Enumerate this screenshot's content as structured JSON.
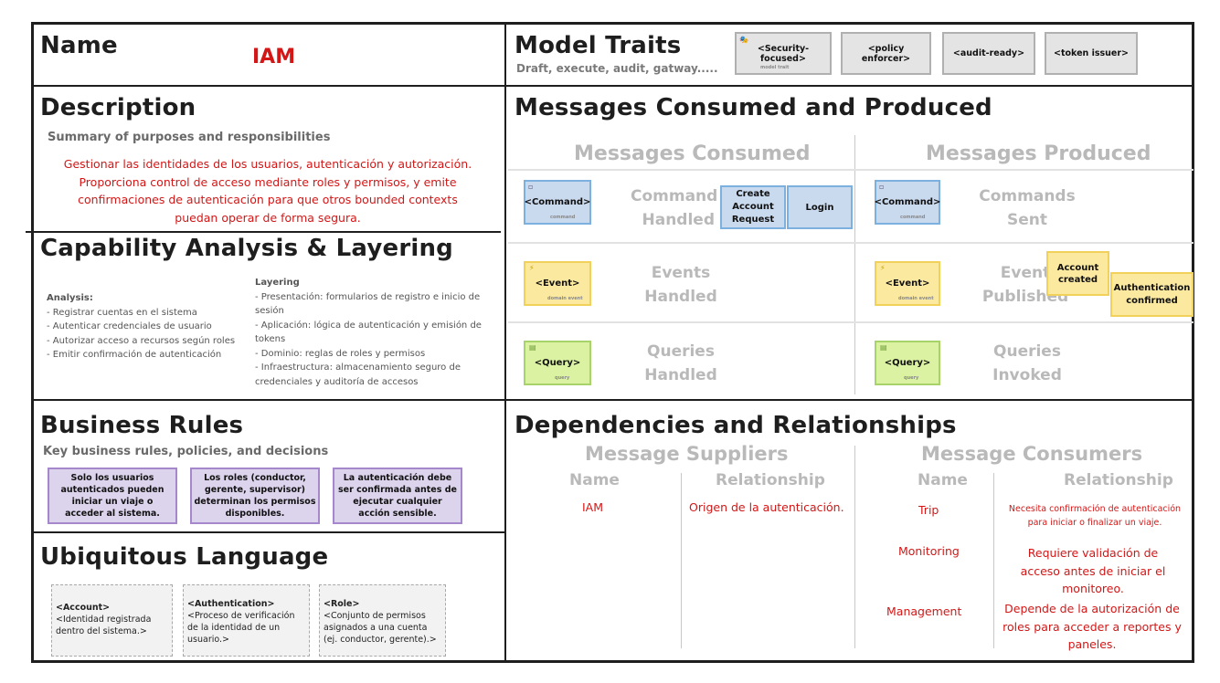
{
  "name": {
    "heading": "Name",
    "value": "IAM"
  },
  "model_traits": {
    "heading": "Model Traits",
    "subtitle": "Draft, execute, audit, gatway.....",
    "traits": [
      {
        "label": "<Security-focused>",
        "note": "model trait"
      },
      {
        "label": "<policy enforcer>"
      },
      {
        "label": "<audit-ready>"
      },
      {
        "label": "<token issuer>"
      }
    ]
  },
  "description": {
    "heading": "Description",
    "subtitle": "Summary of purposes and responsibilities",
    "lines": [
      "Gestionar las identidades de los usuarios, autenticación y autorización.",
      "Proporciona control de acceso mediante roles y permisos, y emite",
      "confirmaciones de autenticación para que otros bounded contexts",
      "puedan operar de forma segura."
    ]
  },
  "capability": {
    "heading": "Capability Analysis & Layering",
    "analysis_title": "Analysis:",
    "analysis_items": [
      "- Registrar cuentas en el sistema",
      "- Autenticar credenciales de usuario",
      "- Autorizar acceso a recursos según roles",
      "- Emitir confirmación de autenticación"
    ],
    "layering_title": "Layering",
    "layering_items": [
      "- Presentación: formularios de registro e inicio de",
      "sesión",
      "- Aplicación: lógica de autenticación y emisión de",
      "tokens",
      "- Dominio: reglas de roles y permisos",
      "- Infraestructura: almacenamiento seguro de",
      "credenciales y auditoría de accesos"
    ]
  },
  "business_rules": {
    "heading": "Business Rules",
    "subtitle": "Key business rules, policies, and decisions",
    "rules": [
      "Solo los usuarios autenticados pueden iniciar un viaje o acceder al sistema.",
      "Los roles (conductor, gerente, supervisor) determinan los permisos disponibles.",
      "La autenticación debe ser confirmada antes de ejecutar cualquier acción sensible."
    ]
  },
  "ubiquitous_language": {
    "heading": "Ubiquitous Language",
    "terms": [
      {
        "term": "<Account>",
        "definition": "<Identidad registrada dentro del sistema.>"
      },
      {
        "term": "<Authentication>",
        "definition": "<Proceso de verificación de la identidad de un usuario.>"
      },
      {
        "term": "<Role>",
        "definition": "<Conjunto de permisos asignados a una cuenta (ej. conductor, gerente).>"
      }
    ]
  },
  "messages": {
    "heading": "Messages Consumed and Produced",
    "consumed_heading": "Messages Consumed",
    "produced_heading": "Messages Produced",
    "consumed": {
      "command_sticky": "<Command>",
      "command_note": "command",
      "command_label": [
        "Command",
        "Handled"
      ],
      "commands": [
        "Create Account Request",
        "Login"
      ],
      "event_sticky": "<Event>",
      "event_note": "domain event",
      "event_label": [
        "Events",
        "Handled"
      ],
      "query_sticky": "<Query>",
      "query_note": "query",
      "query_label": [
        "Queries",
        "Handled"
      ]
    },
    "produced": {
      "command_sticky": "<Command>",
      "command_note": "command",
      "command_label": [
        "Commands",
        "Sent"
      ],
      "event_sticky": "<Event>",
      "event_note": "domain event",
      "event_label": [
        "Event",
        "Published"
      ],
      "events": [
        "Account created",
        "Authentication confirmed"
      ],
      "query_sticky": "<Query>",
      "query_note": "query",
      "query_label": [
        "Queries",
        "Invoked"
      ]
    }
  },
  "dependencies": {
    "heading": "Dependencies and Relationships",
    "suppliers_heading": "Message Suppliers",
    "consumers_heading": "Message Consumers",
    "name_col": "Name",
    "relationship_col": "Relationship",
    "suppliers": [
      {
        "name": "IAM",
        "relationship": "Origen de la autenticación."
      }
    ],
    "consumers": [
      {
        "name": "Trip",
        "relationship": "Necesita confirmación de autenticación para iniciar o finalizar un viaje."
      },
      {
        "name": "Monitoring",
        "relationship": "Requiere validación de acceso antes de iniciar el monitoreo."
      },
      {
        "name": "Management",
        "relationship": "Depende de la autorización de roles para acceder a reportes y paneles."
      }
    ]
  },
  "colors": {
    "red_text": "#d31717",
    "command_blue": "#c9d9ee",
    "event_yellow": "#fbe9a0",
    "query_green": "#dbf2a3",
    "rule_purple": "#dcd3ec"
  }
}
